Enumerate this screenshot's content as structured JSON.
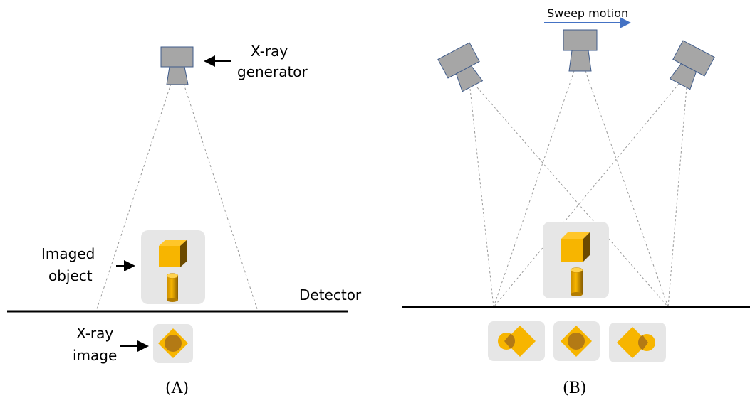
{
  "panel_a": {
    "generator_label_line1": "X-ray",
    "generator_label_line2": "generator",
    "object_label_line1": "Imaged",
    "object_label_line2": "object",
    "detector_label": "Detector",
    "image_label_line1": "X-ray",
    "image_label_line2": "image",
    "caption": "(A)"
  },
  "panel_b": {
    "sweep_label": "Sweep motion",
    "caption": "(B)"
  },
  "colors": {
    "generator_fill": "#a6a6a6",
    "generator_stroke": "#3f5b8a",
    "object_gold": "#f7b500",
    "object_dark": "#6b4a00",
    "panel_bg": "#e6e6e6",
    "sweep_arrow": "#4472c4",
    "ray_line": "#999999"
  }
}
